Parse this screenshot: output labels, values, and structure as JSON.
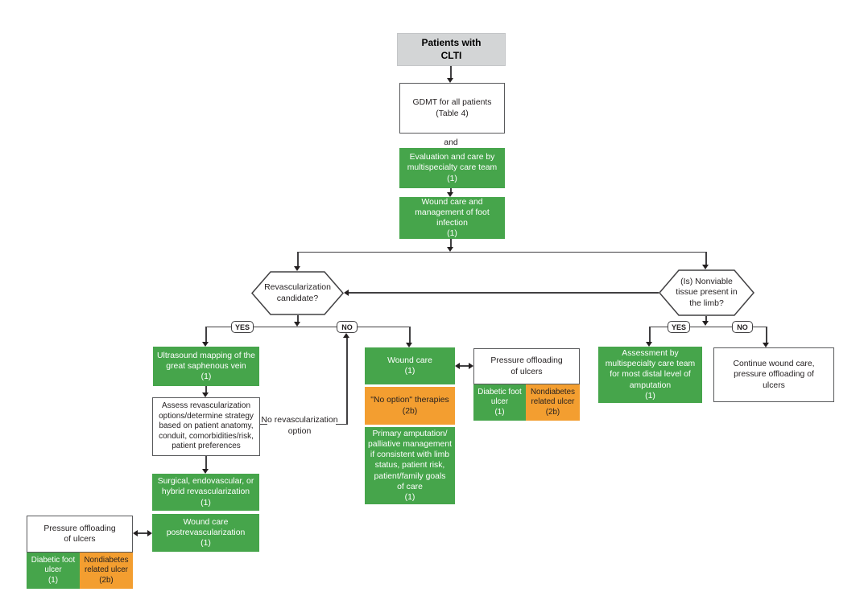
{
  "colors": {
    "green": "#46a54b",
    "orange": "#f39e30",
    "gray_header": "#d3d5d6",
    "line": "#414042"
  },
  "nodes": {
    "patients_clti": "Patients with\nCLTI",
    "gdmt": "GDMT for all patients\n(Table 4)",
    "evaluation_team": "Evaluation and care by\nmultispecialty care team\n(1)",
    "wound_care_mgmt": "Wound care and\nmanagement of foot\ninfection\n(1)",
    "revasc_candidate": "Revascularization\ncandidate?",
    "nonviable_tissue": "(Is) Nonviable\ntissue present in\nthe limb?",
    "ultrasound_mapping": "Ultrasound mapping of the\ngreat saphenous vein\n(1)",
    "assess_options": "Assess revascularization\noptions/determine strategy\nbased on patient anatomy,\nconduit, comorbidities/risk,\npatient preferences",
    "surgical_revasc": "Surgical, endovascular, or\nhybrid revascularization\n(1)",
    "wound_postrevasc": "Wound care\npostrevascularization\n(1)",
    "wound_care": "Wound care\n(1)",
    "no_option_therapies": "\"No option\" therapies\n(2b)",
    "primary_amputation": "Primary amputation/\npalliative management\nif consistent with limb\nstatus, patient risk,\npatient/family goals\nof care\n(1)",
    "assessment_distal": "Assessment by\nmultispecialty care team\nfor most distal level of\namputation\n(1)",
    "continue_wound_care": "Continue wound care,\npressure offloading of\nulcers",
    "pressure_offloading_mid": "Pressure offloading\nof ulcers",
    "diabetic_ulcer_mid": "Diabetic foot\nulcer\n(1)",
    "nondiabetes_ulcer_mid": "Nondiabetes\nrelated ulcer\n(2b)",
    "pressure_offloading_left": "Pressure offloading\nof ulcers",
    "diabetic_ulcer_left": "Diabetic foot\nulcer\n(1)",
    "nondiabetes_ulcer_left": "Nondiabetes\nrelated ulcer\n(2b)"
  },
  "labels": {
    "and": "and",
    "yes": "YES",
    "no": "NO",
    "no_revasc_option": "No revascularization\noption"
  }
}
